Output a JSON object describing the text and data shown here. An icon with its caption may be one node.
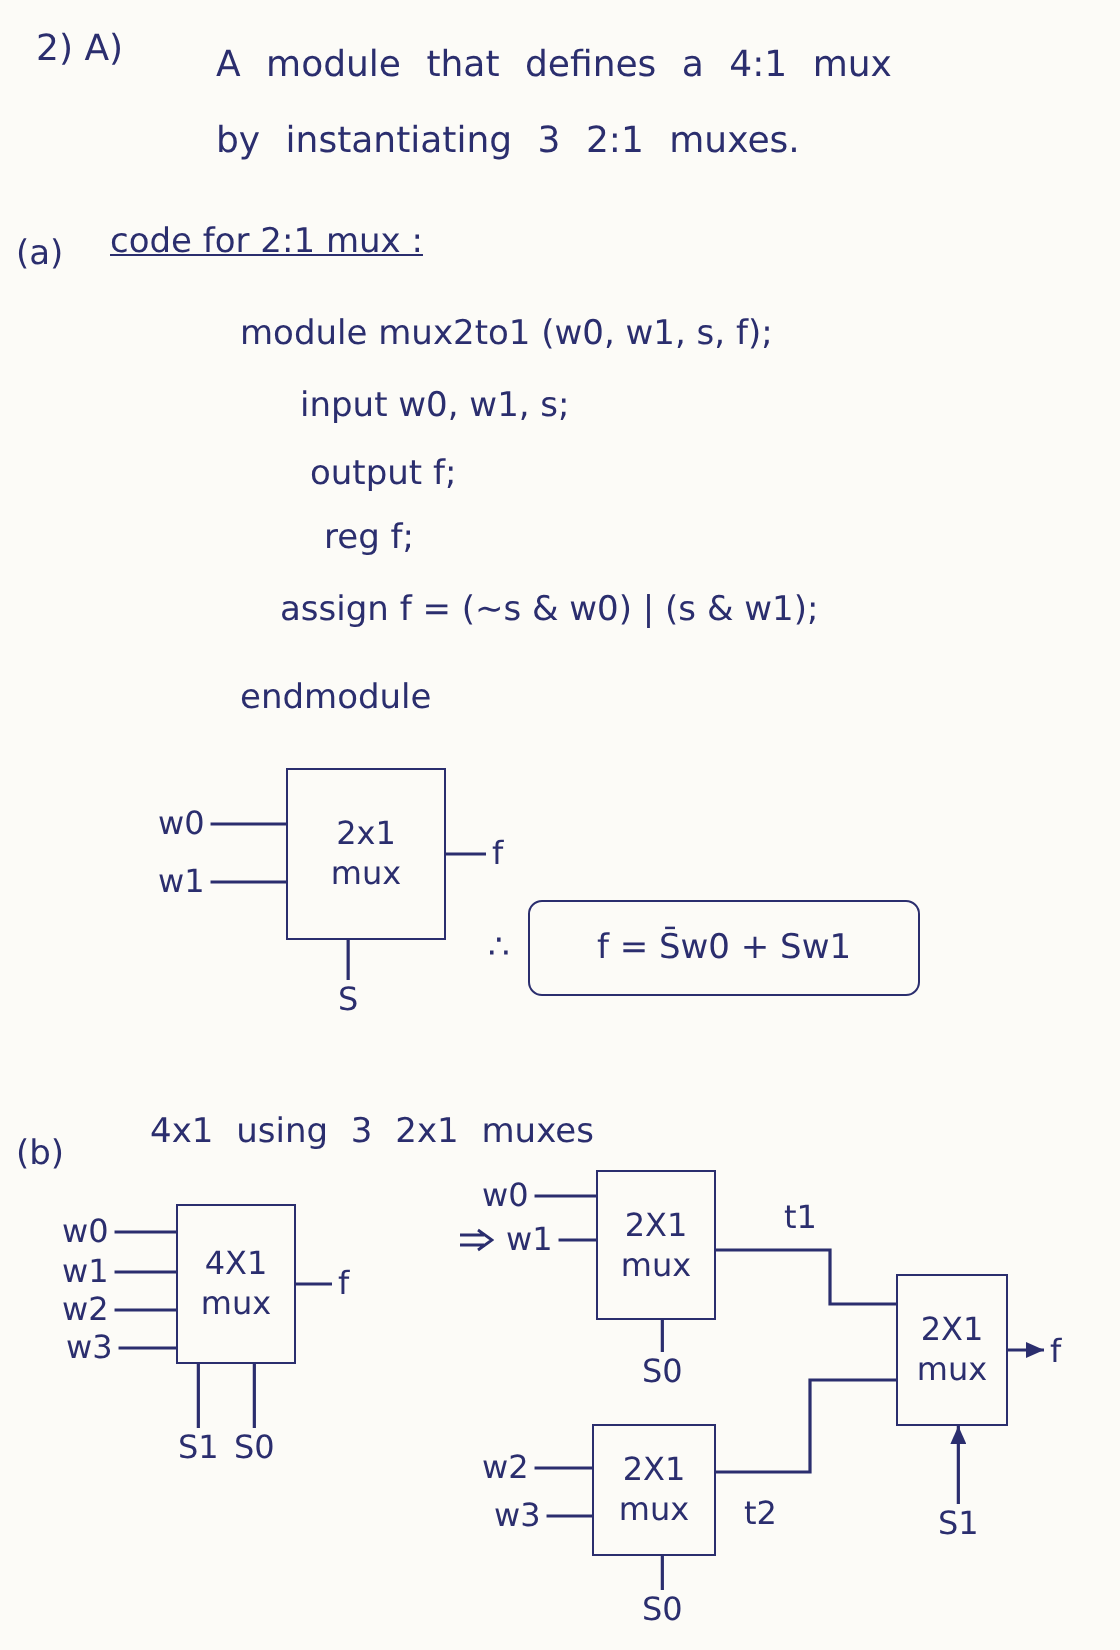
{
  "diagram": {
    "nodes": [
      {
        "text": [
          "w0"
        ]
      },
      {
        "text": [
          "w1"
        ]
      },
      {
        "text": [
          "2x1 mux"
        ]
      },
      {
        "text": [
          "f"
        ]
      },
      {
        "text": [
          "S"
        ]
      },
      {
        "text": [
          "f = S̄w0 + Sw1"
        ],
        "beside": [
          "∴"
        ]
      },
      {
        "text": [
          "w0"
        ]
      },
      {
        "text": [
          "w1"
        ]
      },
      {
        "text": [
          "w2"
        ]
      },
      {
        "text": [
          "w3"
        ]
      },
      {
        "text": [
          "4X1 mux"
        ]
      },
      {
        "text": [
          "f"
        ]
      },
      {
        "text": [
          "S1"
        ]
      },
      {
        "text": [
          "S0"
        ]
      },
      {
        "text": [
          "w0"
        ]
      },
      {
        "text": [
          "w1"
        ]
      },
      {
        "text": [
          "2X1 mux"
        ]
      },
      {
        "text": [
          "S0"
        ]
      },
      {
        "text": [
          "2X1 mux"
        ]
      },
      {
        "text": [
          "f"
        ]
      },
      {
        "text": [
          "w2"
        ]
      },
      {
        "text": [
          "w3"
        ]
      },
      {
        "text": [
          "2X1 mux"
        ]
      },
      {
        "text": [
          "S0"
        ]
      },
      {
        "text": [
          "S1"
        ]
      }
    ],
    "edges": [
      {
        "from": 0,
        "to": 2,
        "arrow": "none"
      },
      {
        "from": 1,
        "to": 2,
        "arrow": "none"
      },
      {
        "from": 2,
        "to": 3,
        "arrow": "none"
      },
      {
        "from": 4,
        "to": 2,
        "arrow": "none"
      },
      {
        "from": 6,
        "to": 10,
        "arrow": "none"
      },
      {
        "from": 7,
        "to": 10,
        "arrow": "none"
      },
      {
        "from": 8,
        "to": 10,
        "arrow": "none"
      },
      {
        "from": 9,
        "to": 10,
        "arrow": "none"
      },
      {
        "from": 10,
        "to": 11,
        "arrow": "none"
      },
      {
        "from": 12,
        "to": 10,
        "arrow": "none"
      },
      {
        "from": 13,
        "to": 10,
        "arrow": "none"
      },
      {
        "from": 14,
        "to": 16,
        "arrow": "none"
      },
      {
        "from": 15,
        "to": 16,
        "arrow": "none"
      },
      {
        "from": 17,
        "to": 16,
        "arrow": "none"
      },
      {
        "from": 16,
        "to": 18,
        "arrow": "none",
        "label": "t1"
      },
      {
        "from": 18,
        "to": 19,
        "arrow": "to"
      },
      {
        "from": 20,
        "to": 22,
        "arrow": "none"
      },
      {
        "from": 21,
        "to": 22,
        "arrow": "none"
      },
      {
        "from": 23,
        "to": 22,
        "arrow": "none"
      },
      {
        "from": 22,
        "to": 18,
        "arrow": "none",
        "label": "t2"
      },
      {
        "from": 24,
        "to": 18,
        "arrow": "to"
      }
    ],
    "labels": [
      "2) A)",
      "A module that defines a 4:1 mux by instantiating 3 2:1 muxes.",
      "(a)",
      "code for 2:1 mux :",
      "module mux2to1 (w0, w1, s, f);",
      "input w0, w1, s;",
      "output f;",
      "reg f;",
      "assign f = (~s & w0) | (s & w1);",
      "endmodule",
      "(b)",
      "4x1 using 3 2x1 muxes"
    ]
  }
}
